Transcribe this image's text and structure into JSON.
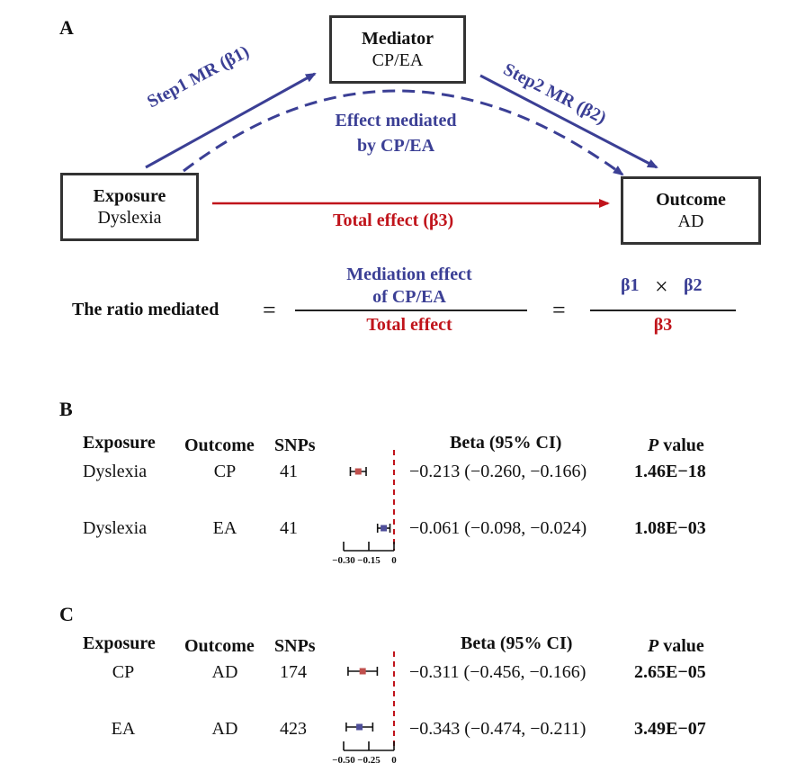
{
  "panel_a": {
    "label": "A",
    "mediator": {
      "title": "Mediator",
      "subtitle": "CP/EA"
    },
    "exposure": {
      "title": "Exposure",
      "subtitle": "Dyslexia"
    },
    "outcome": {
      "title": "Outcome",
      "subtitle": "AD"
    },
    "step1": "Step1 MR (β1)",
    "step2": "Step2 MR (β2)",
    "mediated_line1": "Effect mediated",
    "mediated_line2": "by CP/EA",
    "total_effect": "Total effect (β3)",
    "ratio_label": "The ratio mediated",
    "equals": "=",
    "frac1_num_line1": "Mediation effect",
    "frac1_num_line2": "of CP/EA",
    "frac1_den": "Total effect",
    "frac2_num_b1": "β1",
    "frac2_times": "×",
    "frac2_num_b2": "β2",
    "frac2_den": "β3",
    "colors": {
      "blue": "#3b3f95",
      "red": "#c0141b"
    }
  },
  "panel_b": {
    "label": "B",
    "headers": {
      "exposure": "Exposure",
      "outcome": "Outcome",
      "snps": "SNPs",
      "beta": "Beta (95% CI)",
      "p_italic": "P",
      "p_rest": " value"
    },
    "rows": [
      {
        "exposure": "Dyslexia",
        "outcome": "CP",
        "snps": "41",
        "ci_text": "−0.213 (−0.260, −0.166)",
        "p": "1.46E−18",
        "beta": -0.213,
        "lo": -0.26,
        "hi": -0.166,
        "color": "#c0504d"
      },
      {
        "exposure": "Dyslexia",
        "outcome": "EA",
        "snps": "41",
        "ci_text": "−0.061 (−0.098, −0.024)",
        "p": "1.08E−03",
        "beta": -0.061,
        "lo": -0.098,
        "hi": -0.024,
        "color": "#4f4f9a"
      }
    ],
    "axis_ticks": [
      {
        "value": -0.3,
        "label": "−0.30"
      },
      {
        "value": -0.15,
        "label": "−0.15"
      },
      {
        "value": 0,
        "label": "0"
      }
    ],
    "axis_min": -0.3,
    "axis_max": 0
  },
  "panel_c": {
    "label": "C",
    "headers": {
      "exposure": "Exposure",
      "outcome": "Outcome",
      "snps": "SNPs",
      "beta": "Beta (95% CI)",
      "p_italic": "P",
      "p_rest": " value"
    },
    "rows": [
      {
        "exposure": "CP",
        "outcome": "AD",
        "snps": "174",
        "ci_text": "−0.311 (−0.456, −0.166)",
        "p": "2.65E−05",
        "beta": -0.311,
        "lo": -0.456,
        "hi": -0.166,
        "color": "#c0504d"
      },
      {
        "exposure": "EA",
        "outcome": "AD",
        "snps": "423",
        "ci_text": "−0.343 (−0.474, −0.211)",
        "p": "3.49E−07",
        "beta": -0.343,
        "lo": -0.474,
        "hi": -0.211,
        "color": "#4f4f9a"
      }
    ],
    "axis_ticks": [
      {
        "value": -0.5,
        "label": "−0.50"
      },
      {
        "value": -0.25,
        "label": "−0.25"
      },
      {
        "value": 0,
        "label": "0"
      }
    ],
    "axis_min": -0.5,
    "axis_max": 0
  }
}
